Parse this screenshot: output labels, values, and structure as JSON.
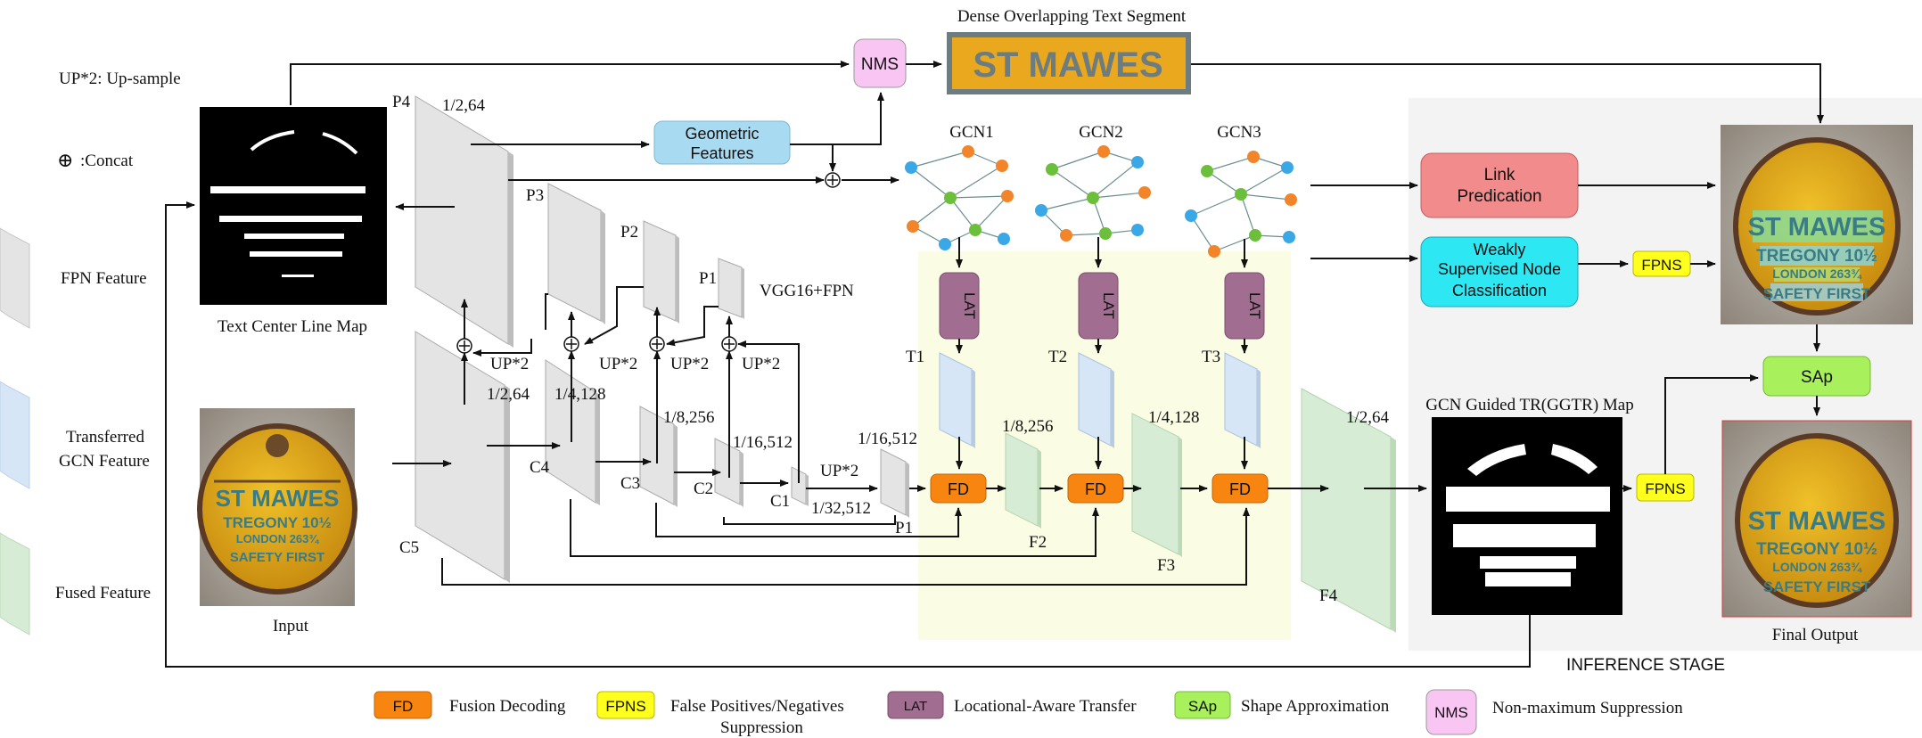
{
  "colors": {
    "fd": "#f7850f",
    "fpns": "#ffff1e",
    "lat": "#a16d91",
    "sap": "#a8f05c",
    "nms": "#f9c6f4",
    "link": "#f28b8b",
    "weak": "#2de8f3",
    "geometric": "#a8daf2",
    "fpn_feature": "#e4e4e4",
    "gcn_feature": "#d6e6f6",
    "fused_feature": "#d6ecd4",
    "inference_bg": "#f3f3f3",
    "gcn_zone": "#fbfce4",
    "node_orange": "#f2842a",
    "node_green": "#6bbf3b",
    "node_blue": "#3aa7e6"
  },
  "legend_left": {
    "upsample_note": "UP*2: Up-sample",
    "concat_symbol": "⊕",
    "concat_note": ":Concat",
    "fpn_feature": "FPN Feature",
    "gcn_feature_line1": "Transferred",
    "gcn_feature_line2": "GCN Feature",
    "fused_feature": "Fused Feature"
  },
  "images": {
    "input_label": "Input",
    "tcl_label": "Text Center Line Map",
    "segment_label": "Dense Overlapping Text Segment",
    "ggtr_label": "GCN Guided TR(GGTR) Map",
    "final_label": "Final Output",
    "sign": {
      "line1": "ST MAWES",
      "line2": "TREGONY 10½",
      "line3": "LONDON 263¾",
      "line4": "SAFETY FIRST",
      "segment_text": "ST MAWES"
    }
  },
  "backbone": {
    "vgg_label": "VGG16+FPN",
    "P4": "P4",
    "P3": "P3",
    "P2": "P2",
    "P1": "P1",
    "C5": "C5",
    "C4": "C4",
    "C3": "C3",
    "C2": "C2",
    "C1": "C1",
    "P1b": "P1",
    "scale_p4": "1/2,64",
    "scale_c5": "1/2,64",
    "scale_c4": "1/4,128",
    "scale_c3": "1/8,256",
    "scale_c2": "1/16,512",
    "scale_c1": "1/32,512",
    "scale_p1": "1/16,512",
    "up1": "UP*2",
    "up2": "UP*2",
    "up3": "UP*2",
    "up4": "UP*2",
    "up5": "UP*2"
  },
  "gcn": {
    "gcn1": "GCN1",
    "gcn2": "GCN2",
    "gcn3": "GCN3",
    "lat": "LAT",
    "T1": "T1",
    "T2": "T2",
    "T3": "T3",
    "fd": "FD",
    "F2": "F2",
    "F3": "F3",
    "F4": "F4",
    "scale_f2": "1/8,256",
    "scale_f3": "1/4,128",
    "scale_f4": "1/2,64"
  },
  "boxes": {
    "nms": "NMS",
    "geometric_line1": "Geometric",
    "geometric_line2": "Features",
    "link_line1": "Link",
    "link_line2": "Predication",
    "weak_line1": "Weakly",
    "weak_line2": "Supervised Node",
    "weak_line3": "Classification",
    "fpns": "FPNS",
    "sap": "SAp"
  },
  "inference_stage": "INFERENCE STAGE",
  "legend_bottom": {
    "fd_box": "FD",
    "fd_text": "Fusion Decoding",
    "fpns_box": "FPNS",
    "fpns_text1": "False Positives/Negatives",
    "fpns_text2": "Suppression",
    "lat_box": "LAT",
    "lat_text": "Locational-Aware Transfer",
    "sap_box": "SAp",
    "sap_text": "Shape Approximation",
    "nms_box": "NMS",
    "nms_text": "Non-maximum Suppression"
  }
}
